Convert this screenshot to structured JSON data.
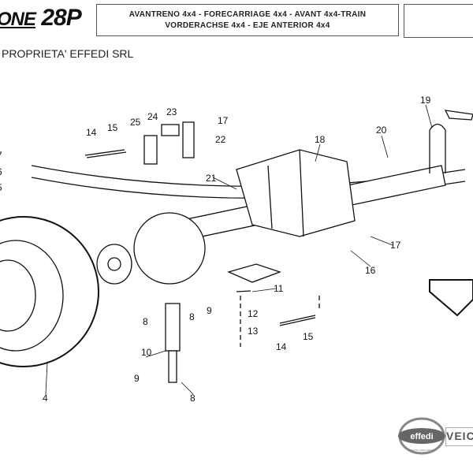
{
  "header": {
    "brand": "ONE",
    "model": "28P",
    "title_line1": "AVANTRENO 4x4 - FORECARRIAGE 4x4 - AVANT 4x4-TRAIN",
    "title_line2": "VORDERACHSE 4x4  - EJE ANTERIOR 4x4",
    "ownership": "PROPRIETA' EFFEDI SRL"
  },
  "callouts": [
    "19",
    "14",
    "15",
    "25",
    "24",
    "23",
    "17",
    "22",
    "18",
    "20",
    "21",
    "7",
    "6",
    "5",
    "17",
    "16",
    "11",
    "8",
    "8",
    "9",
    "12",
    "13",
    "14",
    "15",
    "10",
    "9",
    "8",
    "4"
  ],
  "footer": {
    "logo_text": "effedi",
    "logo_subtext": "VEICOLI INDUSTRIALI",
    "company": "VEICO"
  }
}
